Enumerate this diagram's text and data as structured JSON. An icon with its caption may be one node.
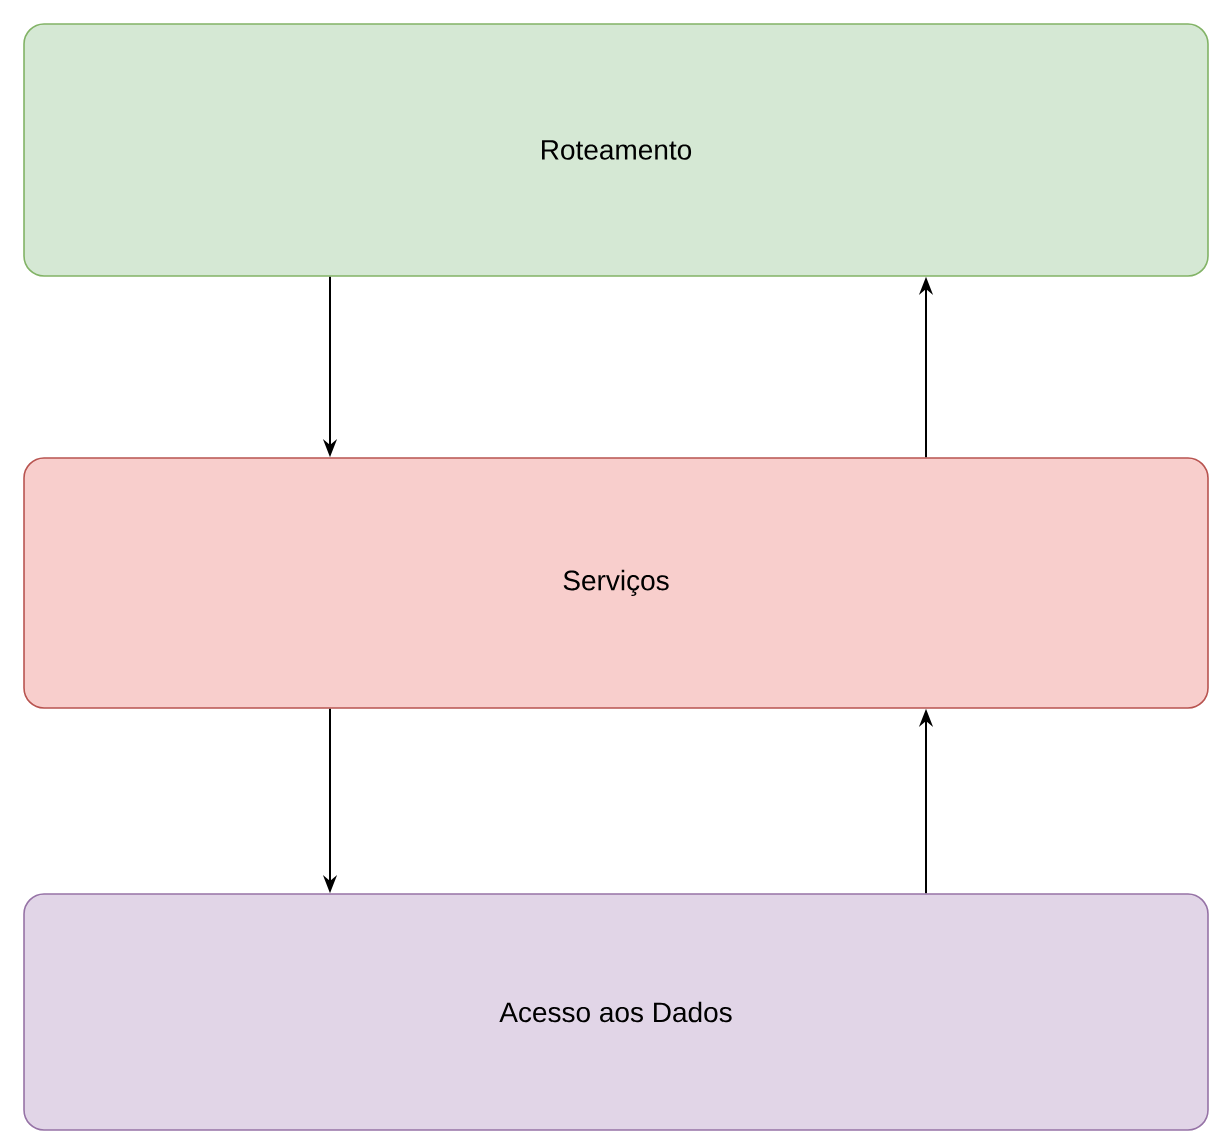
{
  "diagram": {
    "nodes": [
      {
        "text": [
          "Roteamento"
        ]
      },
      {
        "text": [
          "Serviços"
        ]
      },
      {
        "text": [
          "Acesso aos Dados"
        ]
      }
    ],
    "edges": [
      {
        "from": 0,
        "to": 1,
        "arrow": "to"
      },
      {
        "from": 1,
        "to": 0,
        "arrow": "to"
      },
      {
        "from": 1,
        "to": 2,
        "arrow": "to"
      },
      {
        "from": 2,
        "to": 1,
        "arrow": "to"
      }
    ]
  }
}
